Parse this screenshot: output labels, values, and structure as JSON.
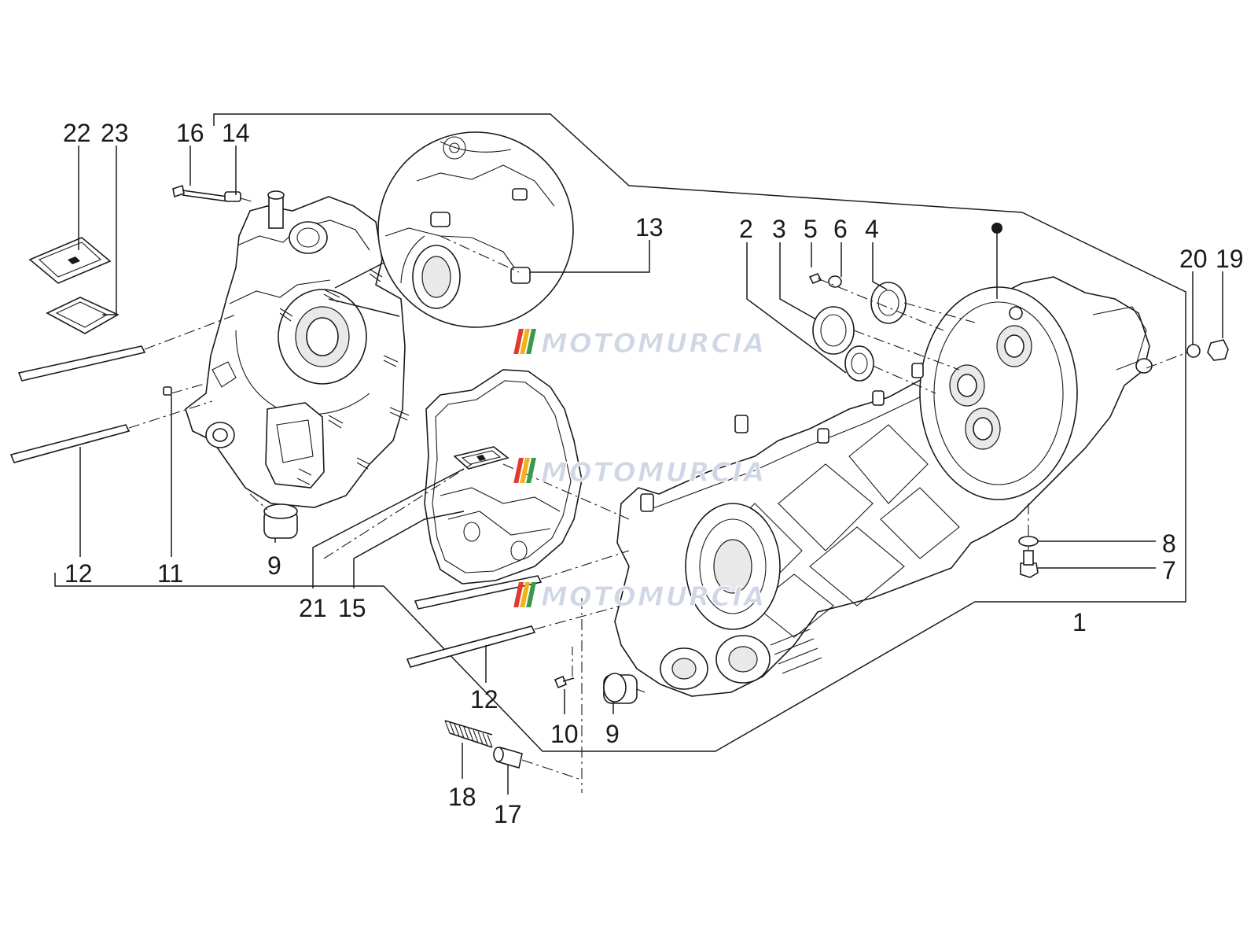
{
  "watermark": {
    "text": "MOTOMURCIA",
    "stripe_colors": [
      "#e23b2e",
      "#f2b21b",
      "#3a9a4a"
    ]
  },
  "callouts": {
    "c1": "1",
    "c2": "2",
    "c3": "3",
    "c4": "4",
    "c5": "5",
    "c6": "6",
    "c7": "7",
    "c8": "8",
    "c9a": "9",
    "c9b": "9",
    "c10": "10",
    "c11": "11",
    "c12a": "12",
    "c12b": "12",
    "c13": "13",
    "c14": "14",
    "c15": "15",
    "c16": "16",
    "c17": "17",
    "c18": "18",
    "c19": "19",
    "c20": "20",
    "c21": "21",
    "c22": "22",
    "c23": "23"
  }
}
